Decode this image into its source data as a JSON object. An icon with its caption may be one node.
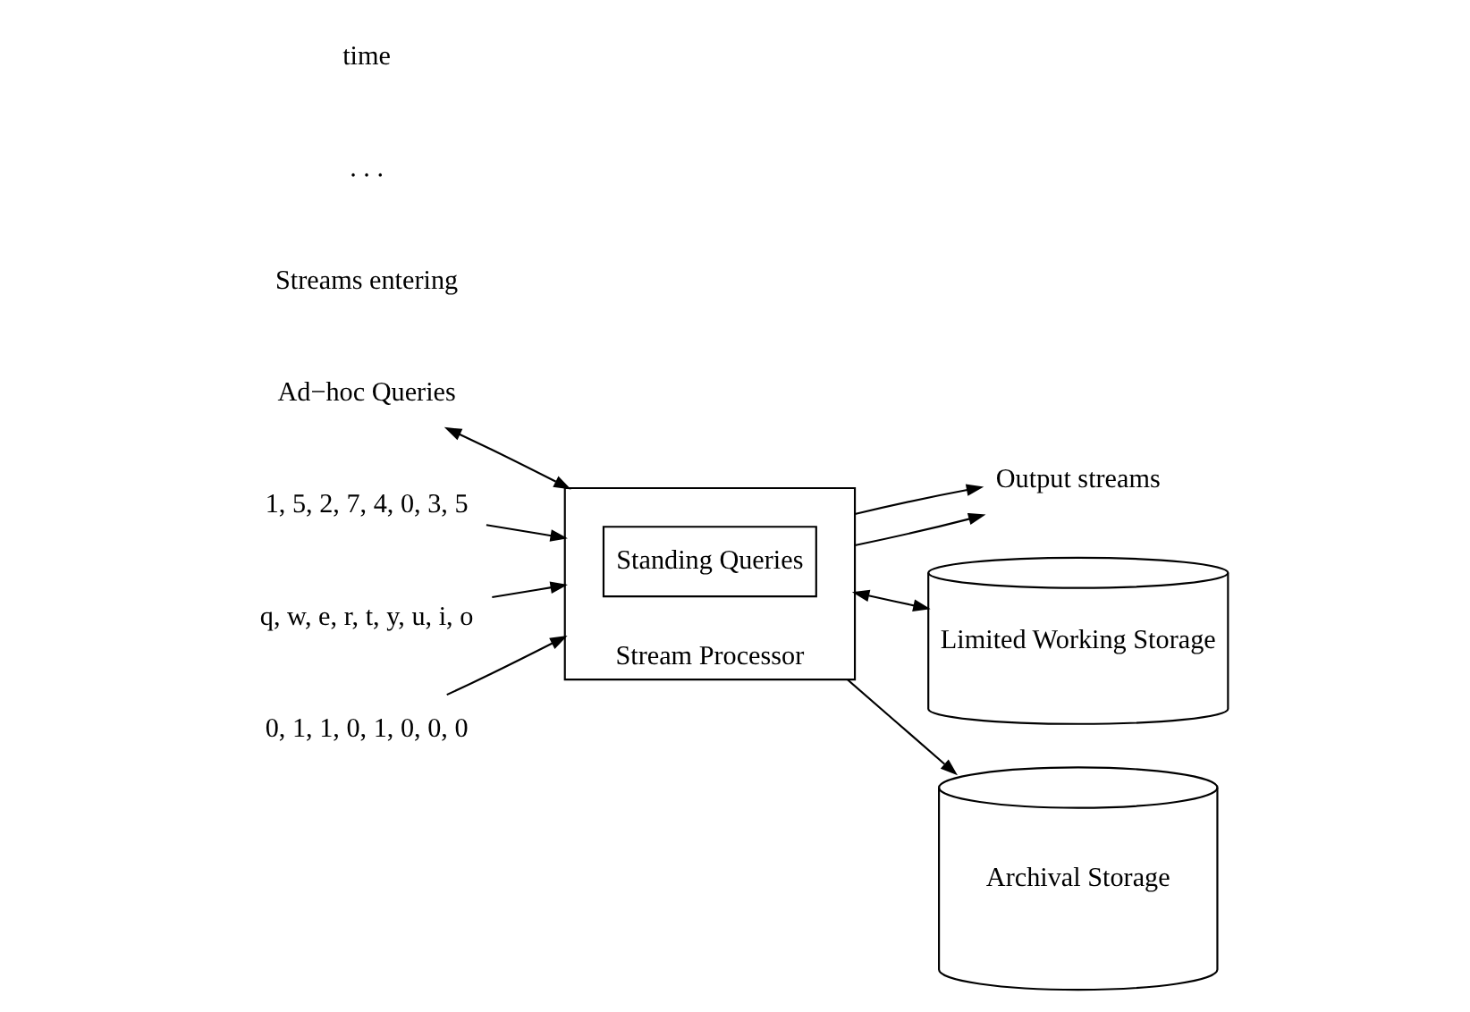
{
  "diagram": {
    "nodes": [
      {
        "text": [
          "Stream Processor"
        ]
      },
      {
        "text": [
          "Standing Queries"
        ],
        "in": 0
      },
      {
        "text": [
          "Ad−hoc Queries"
        ]
      },
      {
        "text": [
          "1, 5, 2, 7, 4, 0, 3, 5"
        ]
      },
      {
        "text": [
          "q, w, e, r, t, y, u, i, o"
        ]
      },
      {
        "text": [
          "0, 1, 1, 0, 1, 0, 0, 0"
        ]
      },
      {
        "text": [
          "Output streams"
        ]
      },
      {
        "text": [
          "Limited Working Storage"
        ]
      },
      {
        "text": [
          "Archival Storage"
        ]
      }
    ],
    "edges": [
      {
        "from": 2,
        "to": 0,
        "arrow": "both"
      },
      {
        "from": 3,
        "to": 0,
        "arrow": "to"
      },
      {
        "from": 4,
        "to": 0,
        "arrow": "to"
      },
      {
        "from": 5,
        "to": 0,
        "arrow": "to"
      },
      {
        "from": 0,
        "to": 6,
        "arrow": "to"
      },
      {
        "from": 0,
        "to": 6,
        "arrow": "to"
      },
      {
        "from": 0,
        "to": 7,
        "arrow": "both"
      },
      {
        "from": 0,
        "to": 8,
        "arrow": "to"
      }
    ],
    "labels": [
      "Streams entering",
      ". . .",
      "time"
    ]
  }
}
